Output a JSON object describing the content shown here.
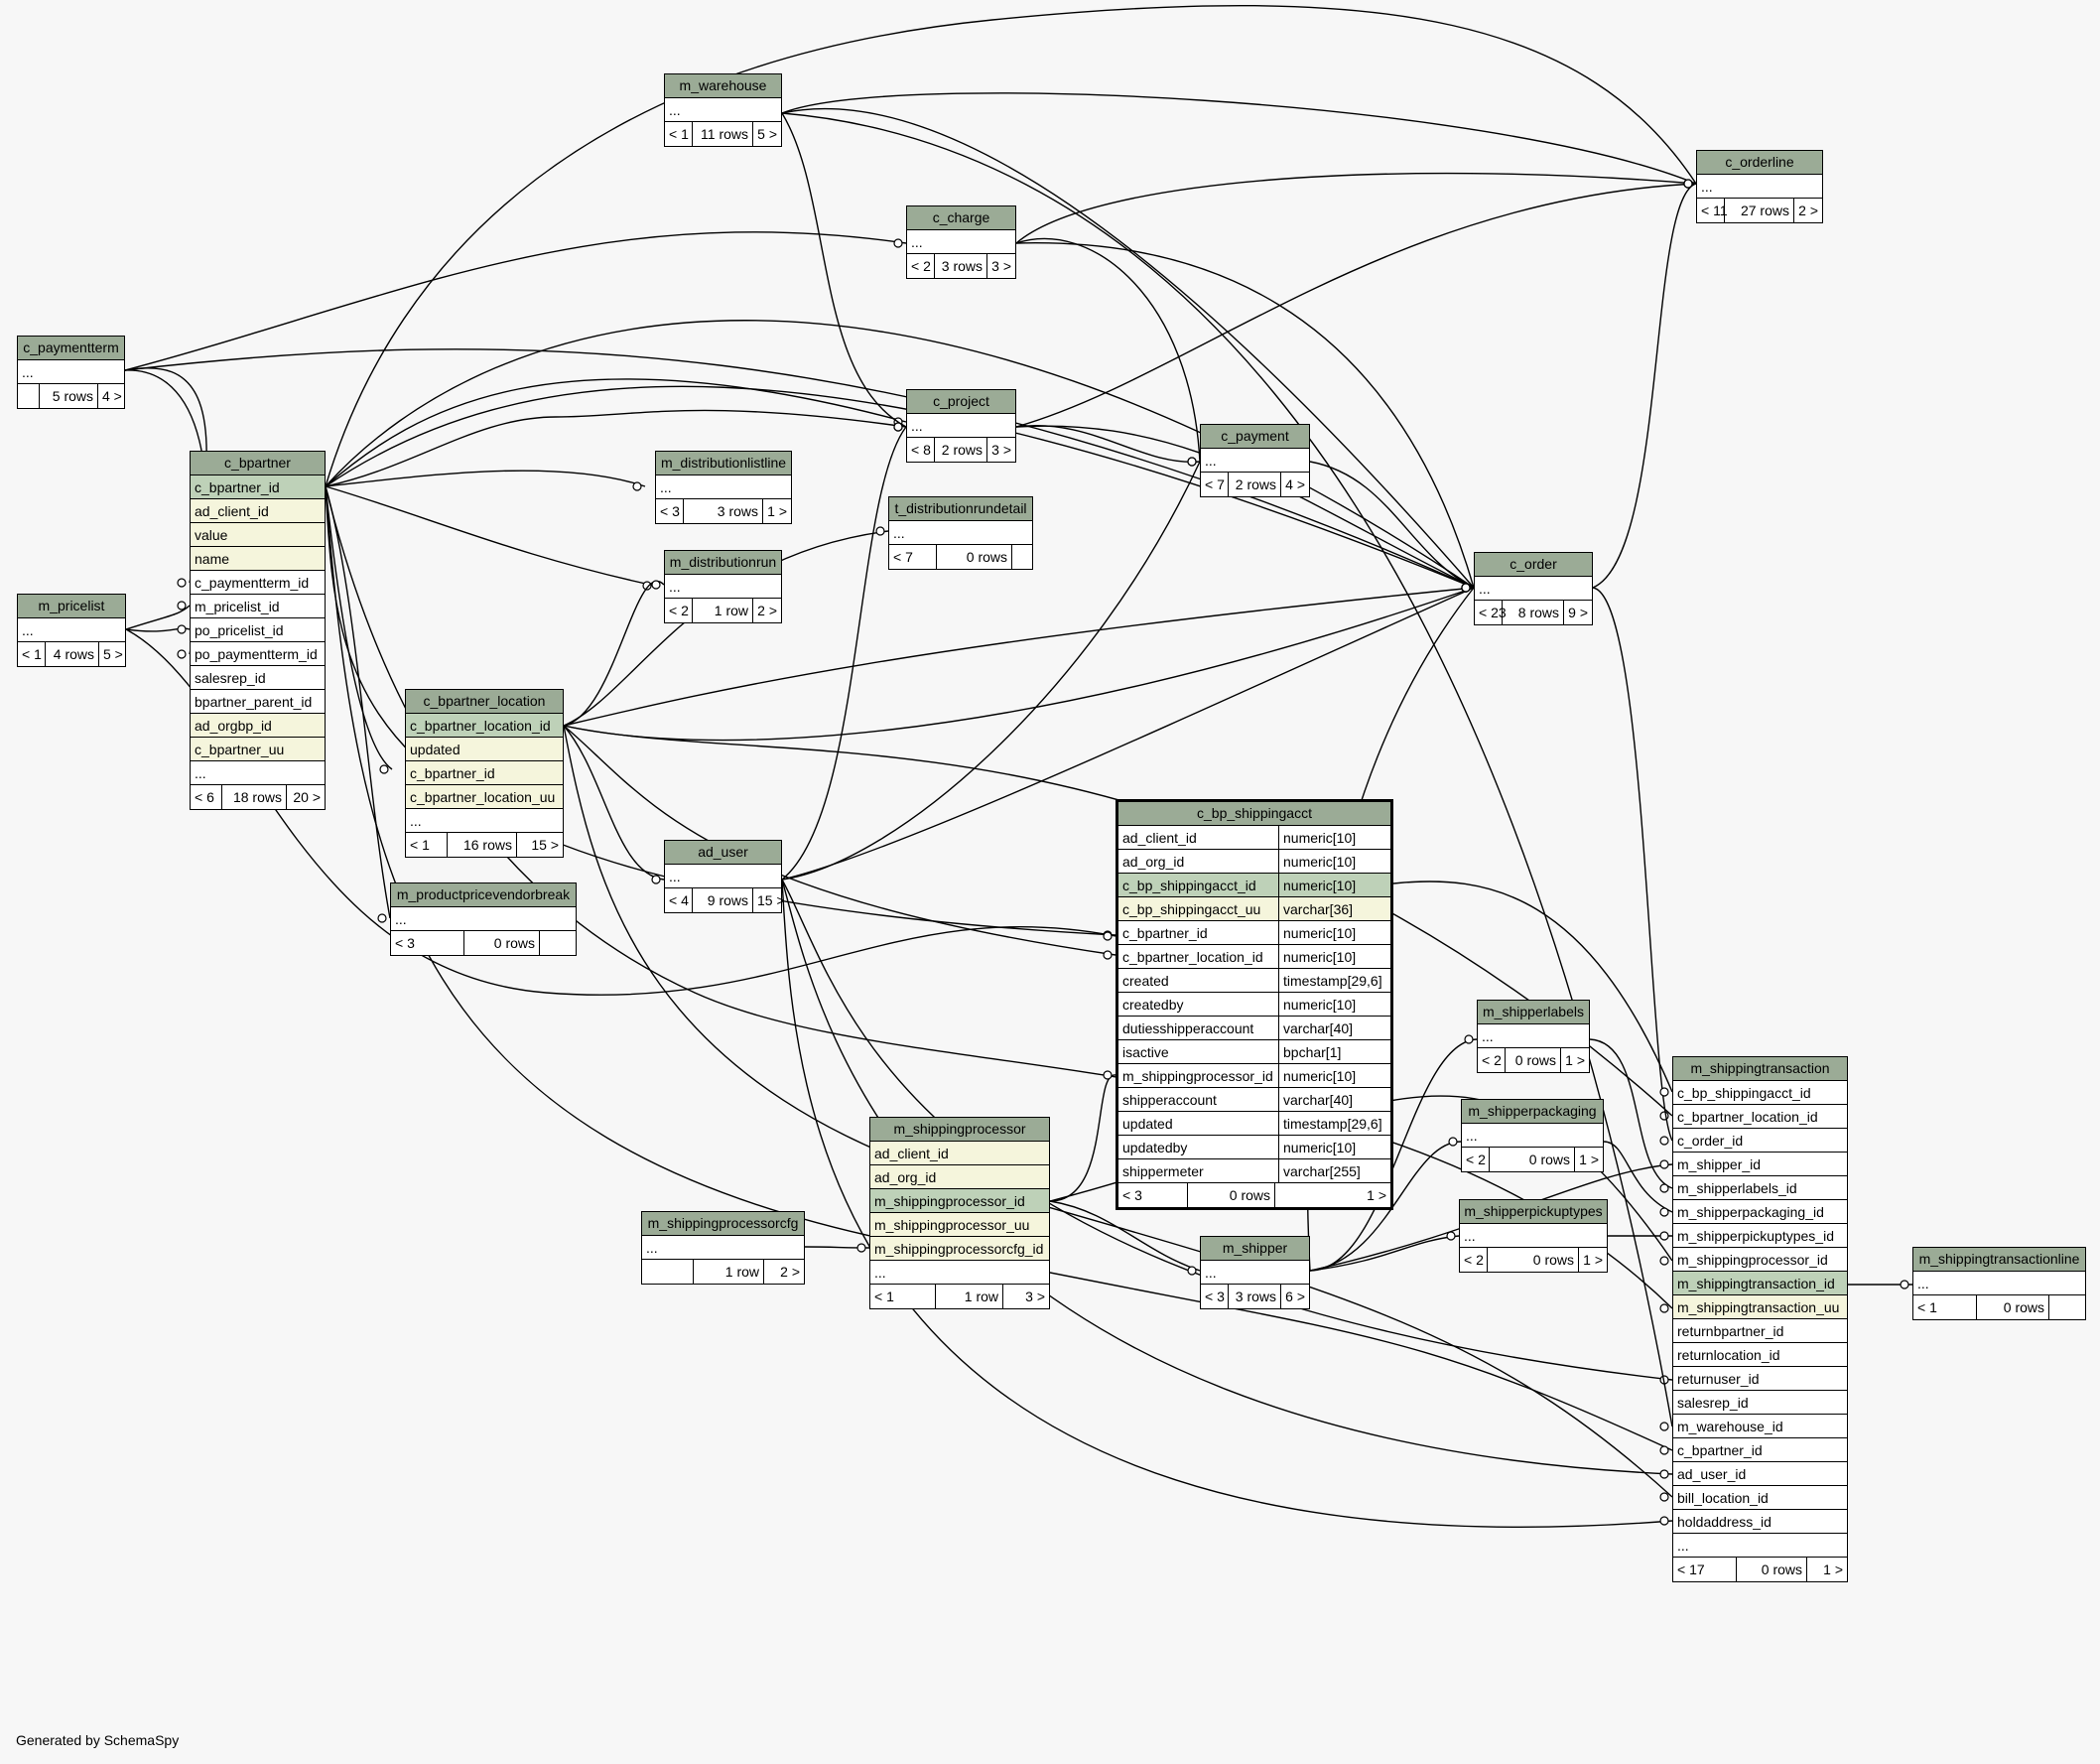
{
  "footer": "Generated by SchemaSpy",
  "tables": {
    "m_warehouse": {
      "name": "m_warehouse",
      "rows": [
        {
          "text": "..."
        }
      ],
      "footer": {
        "parents": "< 1",
        "rows": "11 rows",
        "children": "5 >"
      }
    },
    "c_orderline": {
      "name": "c_orderline",
      "rows": [
        {
          "text": "..."
        }
      ],
      "footer": {
        "parents": "< 11",
        "rows": "27 rows",
        "children": "2 >"
      }
    },
    "c_charge": {
      "name": "c_charge",
      "rows": [
        {
          "text": "..."
        }
      ],
      "footer": {
        "parents": "< 2",
        "rows": "3 rows",
        "children": "3 >"
      }
    },
    "c_paymentterm": {
      "name": "c_paymentterm",
      "rows": [
        {
          "text": "..."
        }
      ],
      "footer": {
        "parents": "",
        "rows": "5 rows",
        "children": "4 >"
      }
    },
    "c_project": {
      "name": "c_project",
      "rows": [
        {
          "text": "..."
        }
      ],
      "footer": {
        "parents": "< 8",
        "rows": "2 rows",
        "children": "3 >"
      }
    },
    "c_payment": {
      "name": "c_payment",
      "rows": [
        {
          "text": "..."
        }
      ],
      "footer": {
        "parents": "< 7",
        "rows": "2 rows",
        "children": "4 >"
      }
    },
    "c_bpartner": {
      "name": "c_bpartner",
      "rows": [
        {
          "text": "c_bpartner_id",
          "kind": "pk"
        },
        {
          "text": "ad_client_id",
          "kind": "idx"
        },
        {
          "text": "value",
          "kind": "idx"
        },
        {
          "text": "name",
          "kind": "idx"
        },
        {
          "text": "c_paymentterm_id"
        },
        {
          "text": "m_pricelist_id"
        },
        {
          "text": "po_pricelist_id"
        },
        {
          "text": "po_paymentterm_id"
        },
        {
          "text": "salesrep_id"
        },
        {
          "text": "bpartner_parent_id"
        },
        {
          "text": "ad_orgbp_id",
          "kind": "idx"
        },
        {
          "text": "c_bpartner_uu",
          "kind": "idx"
        },
        {
          "text": "..."
        }
      ],
      "footer": {
        "parents": "< 6",
        "rows": "18 rows",
        "children": "20 >"
      }
    },
    "m_distributionlistline": {
      "name": "m_distributionlistline",
      "rows": [
        {
          "text": "..."
        }
      ],
      "footer": {
        "parents": "< 3",
        "rows": "3 rows",
        "children": "1 >"
      }
    },
    "t_distributionrundetail": {
      "name": "t_distributionrundetail",
      "rows": [
        {
          "text": "..."
        }
      ],
      "footer": {
        "parents": "< 7",
        "rows": "0 rows",
        "children": ""
      }
    },
    "m_distributionrun": {
      "name": "m_distributionrun",
      "rows": [
        {
          "text": "..."
        }
      ],
      "footer": {
        "parents": "< 2",
        "rows": "1 row",
        "children": "2 >"
      }
    },
    "c_order": {
      "name": "c_order",
      "rows": [
        {
          "text": "..."
        }
      ],
      "footer": {
        "parents": "< 23",
        "rows": "8 rows",
        "children": "9 >"
      }
    },
    "m_pricelist": {
      "name": "m_pricelist",
      "rows": [
        {
          "text": "..."
        }
      ],
      "footer": {
        "parents": "< 1",
        "rows": "4 rows",
        "children": "5 >"
      }
    },
    "c_bpartner_location": {
      "name": "c_bpartner_location",
      "rows": [
        {
          "text": "c_bpartner_location_id",
          "kind": "pk"
        },
        {
          "text": "updated",
          "kind": "idx"
        },
        {
          "text": "c_bpartner_id",
          "kind": "idx"
        },
        {
          "text": "c_bpartner_location_uu",
          "kind": "idx"
        },
        {
          "text": "..."
        }
      ],
      "footer": {
        "parents": "< 1",
        "rows": "16 rows",
        "children": "15 >"
      }
    },
    "c_bp_shippingacct": {
      "name": "c_bp_shippingacct",
      "rows": [
        {
          "text": "ad_client_id",
          "type": "numeric[10]"
        },
        {
          "text": "ad_org_id",
          "type": "numeric[10]"
        },
        {
          "text": "c_bp_shippingacct_id",
          "type": "numeric[10]",
          "kind": "pk"
        },
        {
          "text": "c_bp_shippingacct_uu",
          "type": "varchar[36]",
          "kind": "idx"
        },
        {
          "text": "c_bpartner_id",
          "type": "numeric[10]"
        },
        {
          "text": "c_bpartner_location_id",
          "type": "numeric[10]"
        },
        {
          "text": "created",
          "type": "timestamp[29,6]"
        },
        {
          "text": "createdby",
          "type": "numeric[10]"
        },
        {
          "text": "dutiesshipperaccount",
          "type": "varchar[40]"
        },
        {
          "text": "isactive",
          "type": "bpchar[1]"
        },
        {
          "text": "m_shippingprocessor_id",
          "type": "numeric[10]"
        },
        {
          "text": "shipperaccount",
          "type": "varchar[40]"
        },
        {
          "text": "updated",
          "type": "timestamp[29,6]"
        },
        {
          "text": "updatedby",
          "type": "numeric[10]"
        },
        {
          "text": "shippermeter",
          "type": "varchar[255]"
        }
      ],
      "footer": {
        "parents": "< 3",
        "rows": "0 rows",
        "children": "1 >"
      }
    },
    "ad_user": {
      "name": "ad_user",
      "rows": [
        {
          "text": "..."
        }
      ],
      "footer": {
        "parents": "< 4",
        "rows": "9 rows",
        "children": "15 >"
      }
    },
    "m_productpricevendorbreak": {
      "name": "m_productpricevendorbreak",
      "rows": [
        {
          "text": "..."
        }
      ],
      "footer": {
        "parents": "< 3",
        "rows": "0 rows",
        "children": ""
      }
    },
    "m_shipperlabels": {
      "name": "m_shipperlabels",
      "rows": [
        {
          "text": "..."
        }
      ],
      "footer": {
        "parents": "< 2",
        "rows": "0 rows",
        "children": "1 >"
      }
    },
    "m_shippingtransaction": {
      "name": "m_shippingtransaction",
      "rows": [
        {
          "text": "c_bp_shippingacct_id"
        },
        {
          "text": "c_bpartner_location_id"
        },
        {
          "text": "c_order_id"
        },
        {
          "text": "m_shipper_id"
        },
        {
          "text": "m_shipperlabels_id"
        },
        {
          "text": "m_shipperpackaging_id"
        },
        {
          "text": "m_shipperpickuptypes_id"
        },
        {
          "text": "m_shippingprocessor_id"
        },
        {
          "text": "m_shippingtransaction_id",
          "kind": "pk"
        },
        {
          "text": "m_shippingtransaction_uu",
          "kind": "idx"
        },
        {
          "text": "returnbpartner_id"
        },
        {
          "text": "returnlocation_id"
        },
        {
          "text": "returnuser_id"
        },
        {
          "text": "salesrep_id"
        },
        {
          "text": "m_warehouse_id"
        },
        {
          "text": "c_bpartner_id"
        },
        {
          "text": "ad_user_id"
        },
        {
          "text": "bill_location_id"
        },
        {
          "text": "holdaddress_id"
        },
        {
          "text": "..."
        }
      ],
      "footer": {
        "parents": "< 17",
        "rows": "0 rows",
        "children": "1 >"
      }
    },
    "m_shipperpackaging": {
      "name": "m_shipperpackaging",
      "rows": [
        {
          "text": "..."
        }
      ],
      "footer": {
        "parents": "< 2",
        "rows": "0 rows",
        "children": "1 >"
      }
    },
    "m_shippingprocessor": {
      "name": "m_shippingprocessor",
      "rows": [
        {
          "text": "ad_client_id",
          "kind": "idx"
        },
        {
          "text": "ad_org_id",
          "kind": "idx"
        },
        {
          "text": "m_shippingprocessor_id",
          "kind": "pk"
        },
        {
          "text": "m_shippingprocessor_uu",
          "kind": "idx"
        },
        {
          "text": "m_shippingprocessorcfg_id",
          "kind": "idx"
        },
        {
          "text": "..."
        }
      ],
      "footer": {
        "parents": "< 1",
        "rows": "1 row",
        "children": "3 >"
      }
    },
    "m_shippingprocessorcfg": {
      "name": "m_shippingprocessorcfg",
      "rows": [
        {
          "text": "..."
        }
      ],
      "footer": {
        "parents": "",
        "rows": "1 row",
        "children": "2 >"
      }
    },
    "m_shipperpickuptypes": {
      "name": "m_shipperpickuptypes",
      "rows": [
        {
          "text": "..."
        }
      ],
      "footer": {
        "parents": "< 2",
        "rows": "0 rows",
        "children": "1 >"
      }
    },
    "m_shipper": {
      "name": "m_shipper",
      "rows": [
        {
          "text": "..."
        }
      ],
      "footer": {
        "parents": "< 3",
        "rows": "3 rows",
        "children": "6 >"
      }
    },
    "m_shippingtransactionline": {
      "name": "m_shippingtransactionline",
      "rows": [
        {
          "text": "..."
        }
      ],
      "footer": {
        "parents": "< 1",
        "rows": "0 rows",
        "children": ""
      }
    }
  }
}
